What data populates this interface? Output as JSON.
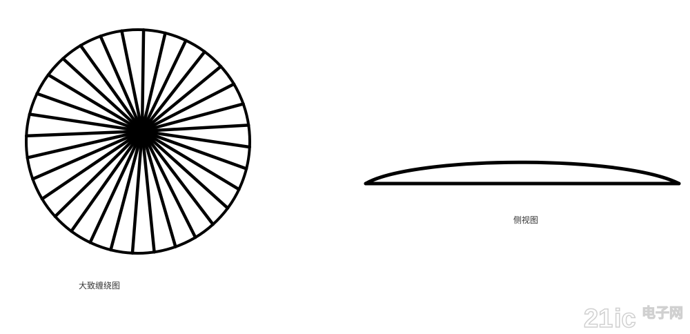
{
  "diagrams": {
    "top_view_caption": "大致缠绕图",
    "side_view_caption": "侧视图"
  },
  "watermark": {
    "brand_number": "21",
    "brand_suffix": "ic",
    "brand_cn": "电子网",
    "color": "#d9d9d9"
  },
  "colors": {
    "stroke": "#000000",
    "background": "#ffffff"
  }
}
